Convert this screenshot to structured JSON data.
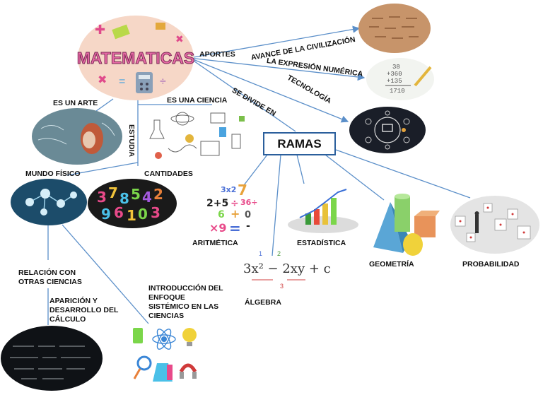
{
  "nodes": {
    "matematicas": "MATEMATICAS",
    "ramas": "RAMAS",
    "es_un_arte": "ES UN ARTE",
    "es_una_ciencia": "ES UNA CIENCIA",
    "estudia": "ESTUDIA",
    "mundo_fisico": "MUNDO FÍSICO",
    "cantidades": "CANTIDADES",
    "relacion": "RELACIÓN CON OTRAS CIENCIAS",
    "aparicion": "APARICIÓN Y DESARROLLO DEL CÁLCULO",
    "introduccion": "INTRODUCCIÓN DEL ENFOQUE SISTÉMICO EN LAS CIENCIAS"
  },
  "connectors": {
    "aportes": "APORTES",
    "se_divide_en": "SE DIVIDE EN"
  },
  "aportes": {
    "avance": "AVANCE DE LA CIVILIZACIÓN",
    "expresion": "LA EXPRESIÓN NUMÉRICA",
    "tecnologia": "TECNOLOGÍA"
  },
  "ramas": {
    "aritmetica": "ARITMÉTICA",
    "algebra": "ÁLGEBRA",
    "estadistica": "ESTADÍSTICA",
    "geometria": "GEOMETRÍA",
    "probabilidad": "PROBABILIDAD"
  },
  "image_text": {
    "calc_numbers": "38 + 360 + 135 = 1710",
    "arith_expr": "3x2 7 2+5 ÷ 36÷ 6 + 0 ×9 = -",
    "algebra_expr": "3x² − 2xy + c",
    "algebra_marks": "1 2 3"
  },
  "colors": {
    "connector_line": "#5b8fc9",
    "box_border": "#2b5f9c"
  }
}
